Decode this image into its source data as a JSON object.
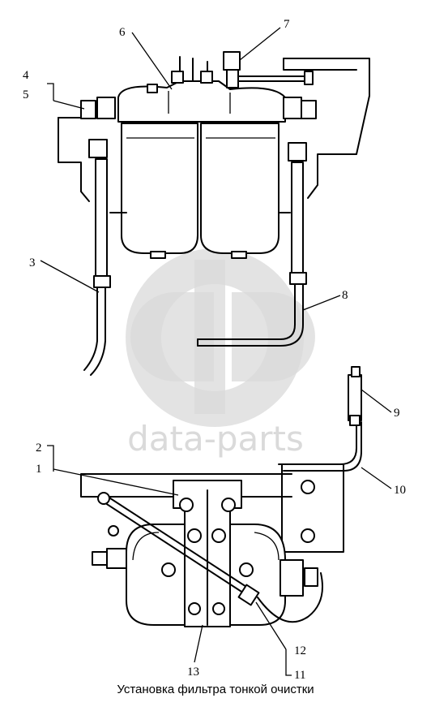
{
  "caption": "Установка фильтра тонкой очистки",
  "watermark": {
    "text": "data-parts",
    "color": "#d4d4d4"
  },
  "callouts": [
    {
      "id": "1",
      "label": "1"
    },
    {
      "id": "2",
      "label": "2"
    },
    {
      "id": "3",
      "label": "3"
    },
    {
      "id": "4",
      "label": "4"
    },
    {
      "id": "5",
      "label": "5"
    },
    {
      "id": "6",
      "label": "6"
    },
    {
      "id": "7",
      "label": "7"
    },
    {
      "id": "8",
      "label": "8"
    },
    {
      "id": "9",
      "label": "9"
    },
    {
      "id": "10",
      "label": "10"
    },
    {
      "id": "11",
      "label": "11"
    },
    {
      "id": "12",
      "label": "12"
    },
    {
      "id": "13",
      "label": "13"
    }
  ],
  "colors": {
    "line": "#000000",
    "background": "#ffffff",
    "watermark": "#d4d4d4"
  }
}
